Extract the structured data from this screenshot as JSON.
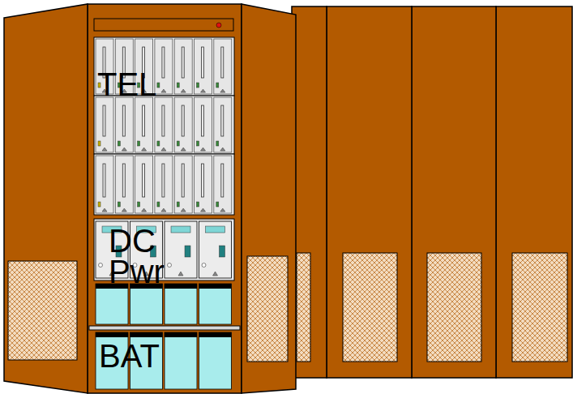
{
  "diagram": {
    "labels": [
      "TEL",
      "DC Pwr",
      "BAT"
    ]
  }
}
